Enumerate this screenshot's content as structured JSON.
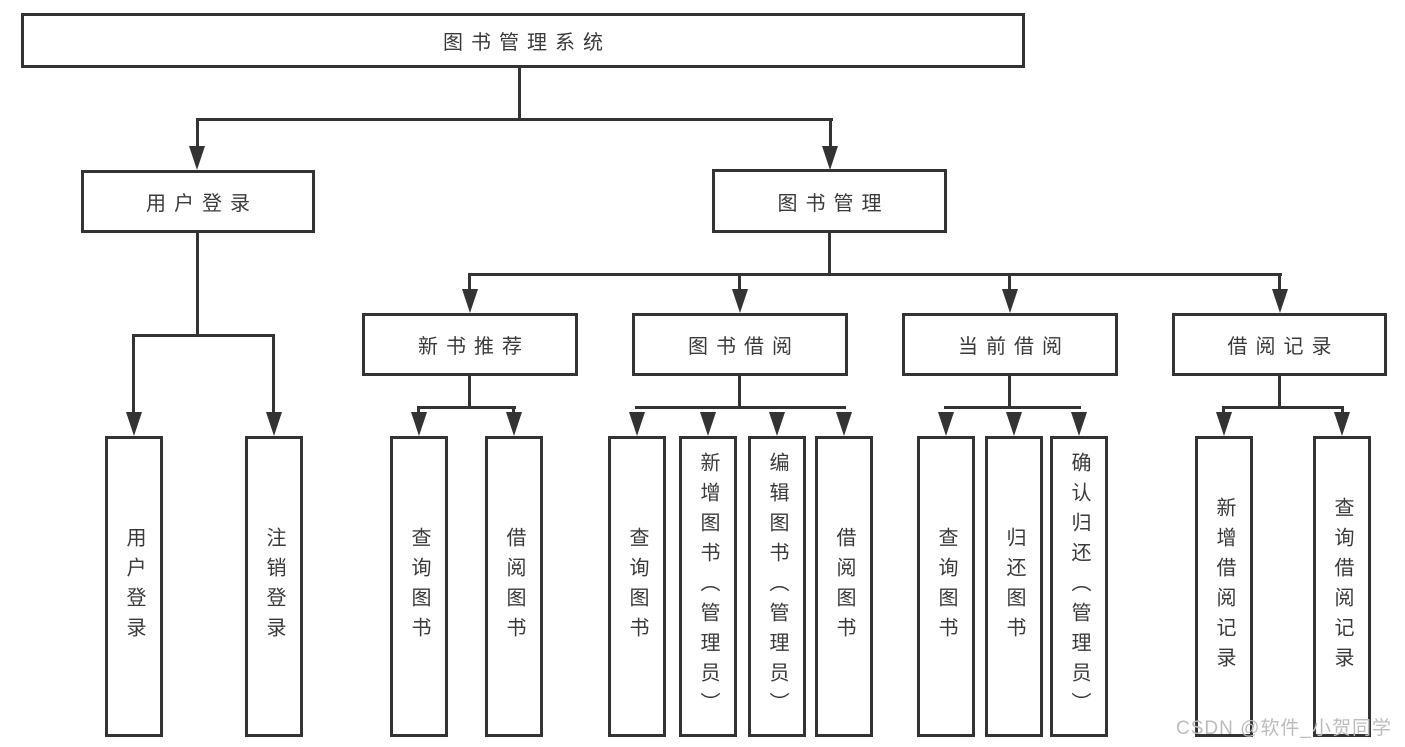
{
  "tree": {
    "label": "图书管理系统",
    "children": [
      {
        "label": "用户登录",
        "children": [
          {
            "label": "用户登录"
          },
          {
            "label": "注销登录"
          }
        ]
      },
      {
        "label": "图书管理",
        "children": [
          {
            "label": "新书推荐",
            "children": [
              {
                "label": "查询图书"
              },
              {
                "label": "借阅图书"
              }
            ]
          },
          {
            "label": "图书借阅",
            "children": [
              {
                "label": "查询图书"
              },
              {
                "label": "新增图书（管理员）"
              },
              {
                "label": "编辑图书（管理员）"
              },
              {
                "label": "借阅图书"
              }
            ]
          },
          {
            "label": "当前借阅",
            "children": [
              {
                "label": "查询图书"
              },
              {
                "label": "归还图书"
              },
              {
                "label": "确认归还（管理员）"
              }
            ]
          },
          {
            "label": "借阅记录",
            "children": [
              {
                "label": "新增借阅记录"
              },
              {
                "label": "查询借阅记录"
              }
            ]
          }
        ]
      }
    ]
  },
  "watermark": {
    "text": "CSDN @软件_小贺同学"
  },
  "colors": {
    "line": "#333333",
    "box_background": "#ffffff",
    "text": "#3a3a3a",
    "watermark": "#bcbcbc"
  }
}
